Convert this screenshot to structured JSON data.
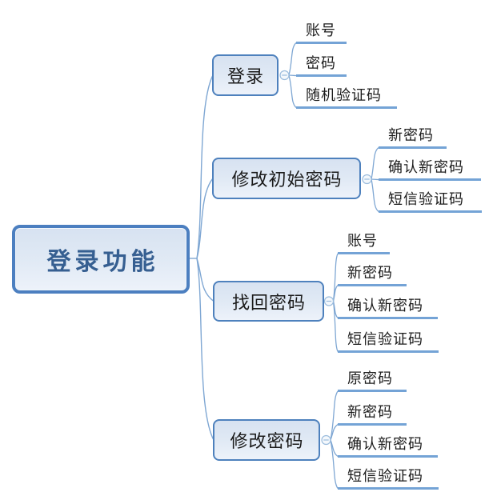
{
  "diagram": {
    "type": "mindmap",
    "root": {
      "label": "登录功能"
    },
    "branches": [
      {
        "label": "登录",
        "children": [
          "账号",
          "密码",
          "随机验证码"
        ]
      },
      {
        "label": "修改初始密码",
        "children": [
          "新密码",
          "确认新密码",
          "短信验证码"
        ]
      },
      {
        "label": "找回密码",
        "children": [
          "账号",
          "新密码",
          "确认新密码",
          "短信验证码"
        ]
      },
      {
        "label": "修改密码",
        "children": [
          "原密码",
          "新密码",
          "确认新密码",
          "短信验证码"
        ]
      }
    ],
    "icons": {
      "collapse": "minus-circle"
    },
    "colors": {
      "root_border": "#4c7fc0",
      "root_text": "#365f91",
      "branch_border": "#4e81bd",
      "node_fill_top": "#d7e2f1",
      "node_fill_bottom": "#edf2fa",
      "leaf_underline": "#74a3d6",
      "connector_line": "#7fa7d3",
      "collapse_stroke": "#9bbcdd",
      "text": "#1b1b1b",
      "background": "#ffffff"
    }
  }
}
